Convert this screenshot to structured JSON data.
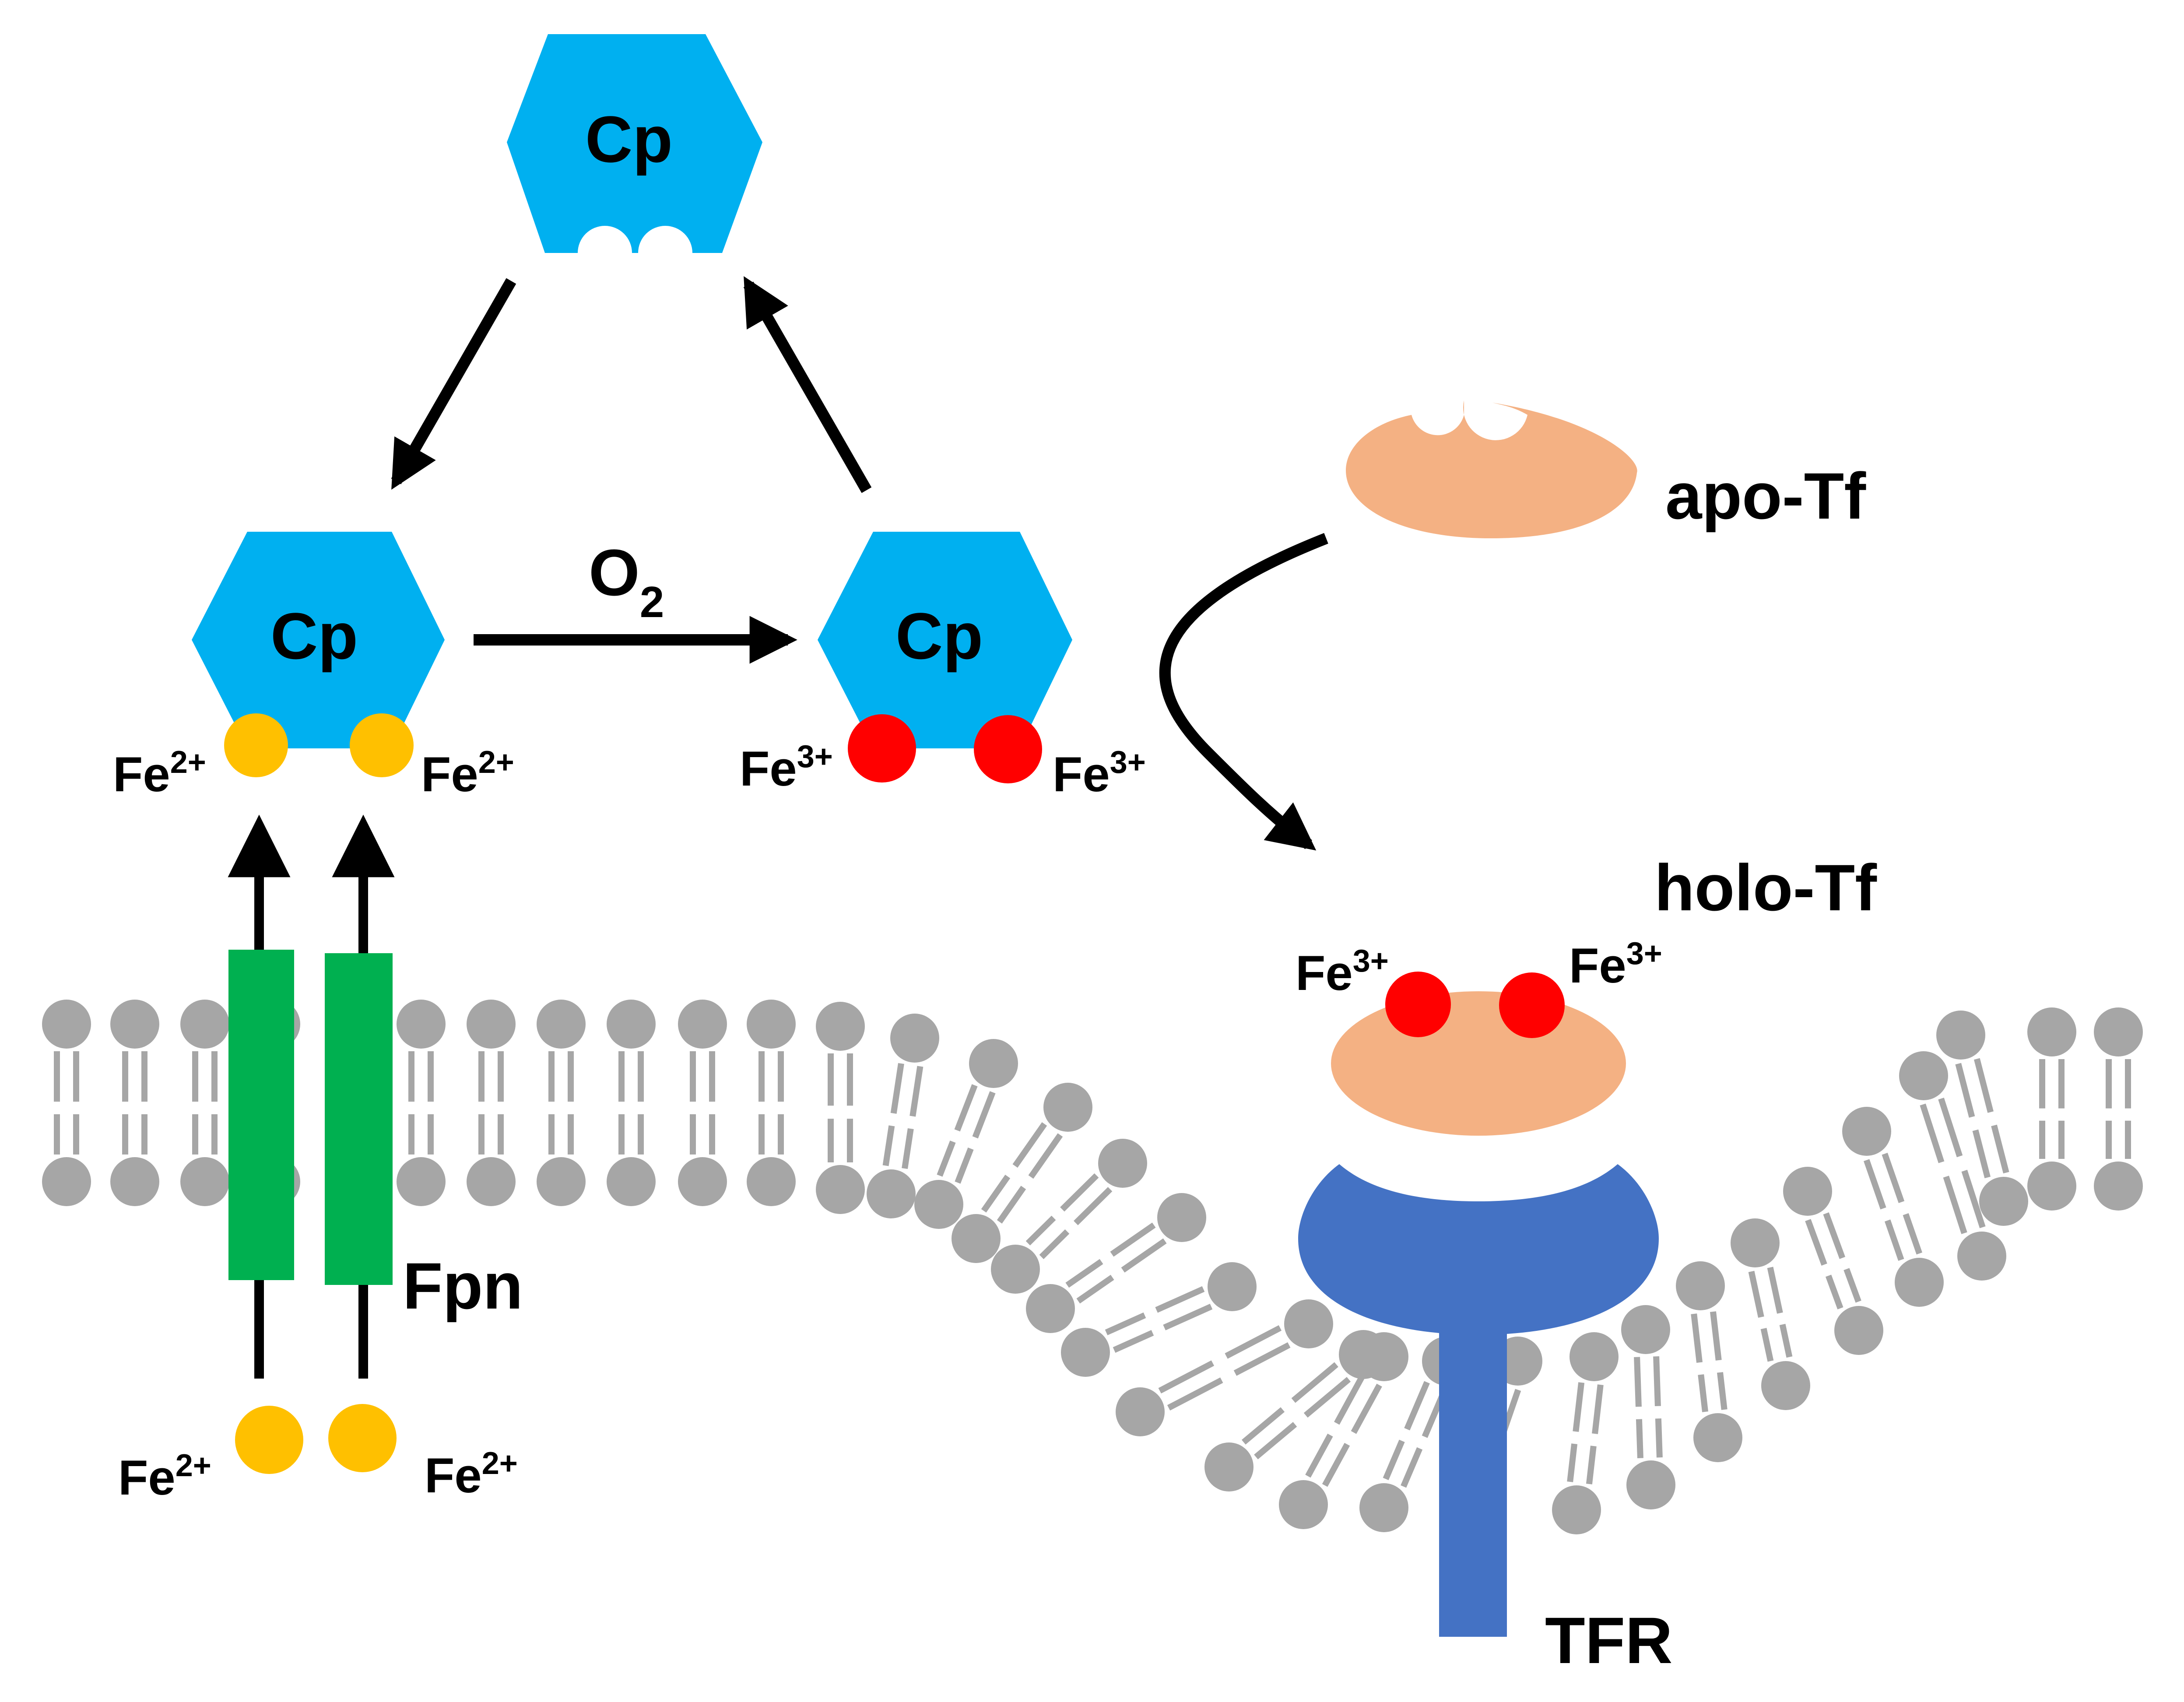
{
  "colors": {
    "ceruloplasmin": "#00b0f0",
    "ferrous_iron": "#ffc000",
    "ferric_iron": "#ff0000",
    "transferrin": "#f4b183",
    "ferroportin": "#00b050",
    "transferrin_receptor": "#4472c4",
    "lipid": "#a6a6a6"
  },
  "labels": {
    "cp_top": "Cp",
    "cp_left": "Cp",
    "cp_right": "Cp",
    "oxygen": "O",
    "oxygen_sub": "2",
    "fe2_base": "Fe",
    "fe2_charge": "2+",
    "fe3_base": "Fe",
    "fe3_charge": "3+",
    "apo_tf": "apo-Tf",
    "holo_tf": "holo-Tf",
    "fpn": "Fpn",
    "tfr": "TFR"
  }
}
